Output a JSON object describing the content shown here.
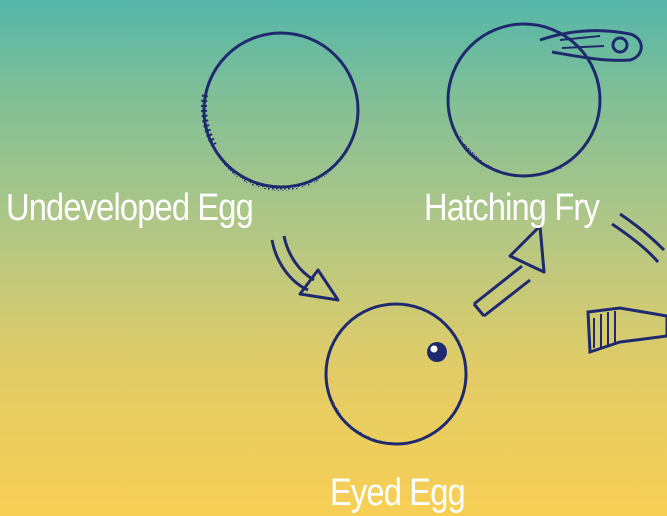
{
  "labels": {
    "undeveloped_egg": "Undeveloped Egg",
    "hatching_fry": "Hatching Fry",
    "eyed_egg": "Eyed Egg"
  },
  "colors": {
    "ink": "#1f2a6e",
    "label_text": "#ffffff",
    "gradient_top": "#55b6aa",
    "gradient_bottom": "#f7cf55"
  }
}
